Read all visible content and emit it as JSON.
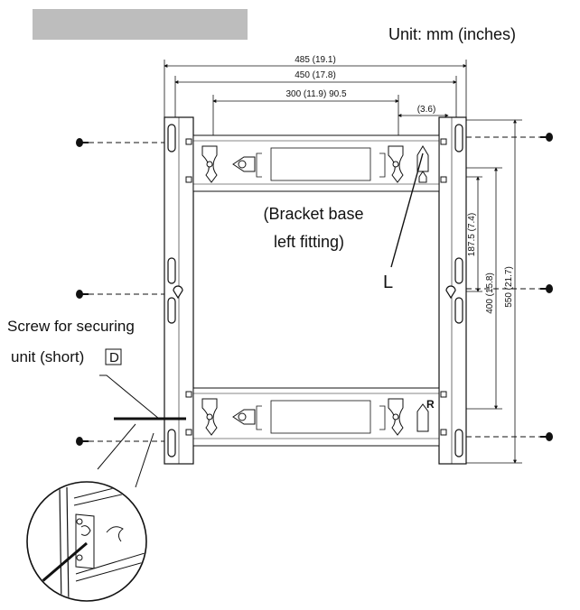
{
  "unit_label": "Unit: mm (inches)",
  "dimensions": {
    "width_485": "485 (19.1)",
    "width_450": "450 (17.8)",
    "width_300": "300 (11.9) 90.5",
    "offset_36": "(3.6)",
    "height_187": "187.5 (7.4)",
    "height_400": "400 (15.8)",
    "height_550": "550 (21.7)"
  },
  "callouts": {
    "bracket_line1": "(Bracket base",
    "bracket_line2": "left fitting)",
    "l_label": "L",
    "r_label": "R",
    "screw_line1": "Screw for securing",
    "screw_line2": "unit (short)",
    "screw_tag": "D"
  }
}
